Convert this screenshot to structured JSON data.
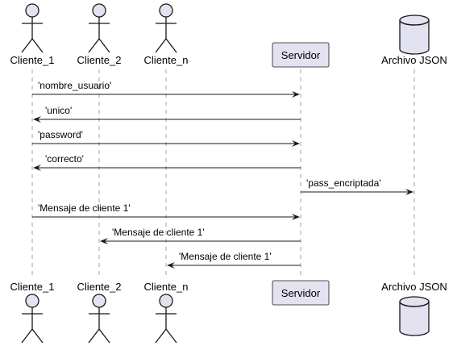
{
  "participants": [
    {
      "id": "c1",
      "label": "Cliente_1",
      "kind": "actor"
    },
    {
      "id": "c2",
      "label": "Cliente_2",
      "kind": "actor"
    },
    {
      "id": "cn",
      "label": "Cliente_n",
      "kind": "actor"
    },
    {
      "id": "srv",
      "label": "Servidor",
      "kind": "box"
    },
    {
      "id": "db",
      "label": "Archivo JSON",
      "kind": "database"
    }
  ],
  "messages": [
    {
      "from": "c1",
      "to": "srv",
      "text": "'nombre_usuario'"
    },
    {
      "from": "srv",
      "to": "c1",
      "text": "'unico'"
    },
    {
      "from": "c1",
      "to": "srv",
      "text": "'password'"
    },
    {
      "from": "srv",
      "to": "c1",
      "text": "'correcto'"
    },
    {
      "from": "srv",
      "to": "db",
      "text": "'pass_encriptada'"
    },
    {
      "from": "c1",
      "to": "srv",
      "text": "'Mensaje de cliente 1'"
    },
    {
      "from": "srv",
      "to": "c2",
      "text": "'Mensaje de cliente 1'"
    },
    {
      "from": "srv",
      "to": "cn",
      "text": "'Mensaje de cliente 1'"
    }
  ],
  "colors": {
    "participant_fill": "#e2e2f0",
    "participant_stroke": "#181818",
    "lifeline": "#a0a0a0",
    "arrow": "#181818"
  }
}
